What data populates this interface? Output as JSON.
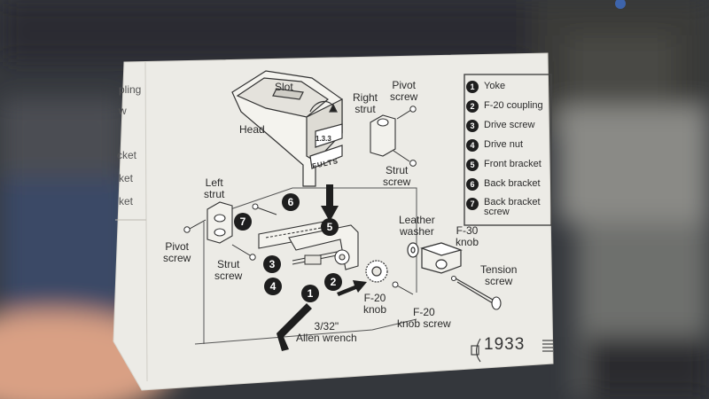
{
  "legend": [
    {
      "n": "1",
      "text": "Yoke"
    },
    {
      "n": "2",
      "text": "F-20 coupling"
    },
    {
      "n": "3",
      "text": "Drive screw"
    },
    {
      "n": "4",
      "text": "Drive nut"
    },
    {
      "n": "5",
      "text": "Front bracket"
    },
    {
      "n": "6",
      "text": "Back bracket"
    },
    {
      "n": "7",
      "text": "Back bracket screw"
    }
  ],
  "left_fragments": [
    "pling",
    "w",
    "cket",
    "ket",
    "ket"
  ],
  "labels": {
    "slot": "Slot",
    "head": "Head",
    "right_strut": "Right\nstrut",
    "pivot_screw_right": "Pivot\nscrew",
    "strut_screw_right": "Strut\nscrew",
    "left_strut": "Left\nstrut",
    "pivot_screw_left": "Pivot\nscrew",
    "strut_screw_left": "Strut\nscrew",
    "leather_washer": "Leather\nwasher",
    "f30_knob": "F-30\nknob",
    "tension_screw": "Tension\nscrew",
    "f20_knob": "F-20\nknob",
    "f20_knob_screw": "F-20\nknob screw",
    "allen_wrench": "3/32\"\nAllen wrench",
    "brand_year": "1933",
    "head_stamp": "FULTS",
    "head_mark": "1.3.3"
  },
  "callouts": [
    "1",
    "2",
    "3",
    "4",
    "5",
    "6",
    "7"
  ]
}
